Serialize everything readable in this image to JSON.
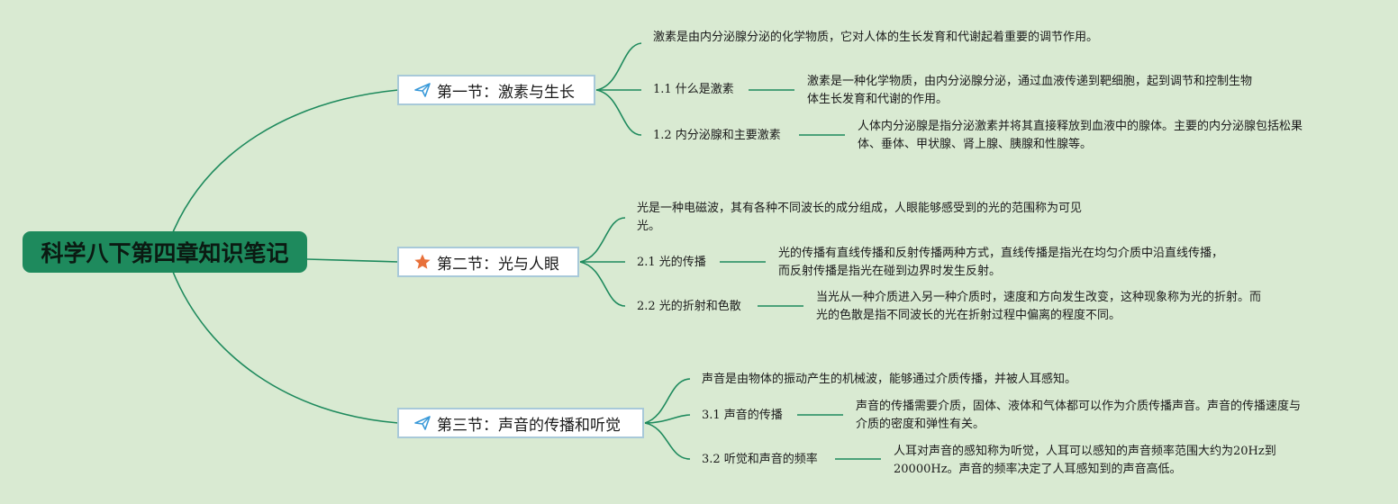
{
  "root": {
    "title": "科学八下第四章知识笔记"
  },
  "sections": [
    {
      "title": "第一节：激素与生长",
      "icon": "paper-plane-icon",
      "intro": "激素是由内分泌腺分泌的化学物质，它对人体的生长发育和代谢起着重要的调节作用。",
      "topics": [
        {
          "label": "1.1 什么是激素",
          "text": "激素是一种化学物质，由内分泌腺分泌，通过血液传递到靶细胞，起到调节和控制生物体生长发育和代谢的作用。"
        },
        {
          "label": "1.2 内分泌腺和主要激素",
          "text": "人体内分泌腺是指分泌激素并将其直接释放到血液中的腺体。主要的内分泌腺包括松果体、垂体、甲状腺、肾上腺、胰腺和性腺等。"
        }
      ]
    },
    {
      "title": "第二节：光与人眼",
      "icon": "star-icon",
      "intro": "光是一种电磁波，其有各种不同波长的成分组成，人眼能够感受到的光的范围称为可见光。",
      "topics": [
        {
          "label": "2.1 光的传播",
          "text": "光的传播有直线传播和反射传播两种方式，直线传播是指光在均匀介质中沿直线传播，而反射传播是指光在碰到边界时发生反射。"
        },
        {
          "label": "2.2 光的折射和色散",
          "text": "当光从一种介质进入另一种介质时，速度和方向发生改变，这种现象称为光的折射。而光的色散是指不同波长的光在折射过程中偏离的程度不同。"
        }
      ]
    },
    {
      "title": "第三节：声音的传播和听觉",
      "icon": "paper-plane-icon",
      "intro": "声音是由物体的振动产生的机械波，能够通过介质传播，并被人耳感知。",
      "topics": [
        {
          "label": "3.1 声音的传播",
          "text": "声音的传播需要介质，固体、液体和气体都可以作为介质传播声音。声音的传播速度与介质的密度和弹性有关。"
        },
        {
          "label": "3.2 听觉和声音的频率",
          "text": "人耳对声音的感知称为听觉，人耳可以感知的声音频率范围大约为20Hz到20000Hz。声音的频率决定了人耳感知到的声音高低。"
        }
      ]
    }
  ],
  "colors": {
    "background": "#d9ead2",
    "root": "#1e8a5d",
    "line": "#1e8a5d",
    "node_border": "#a8c9d9",
    "plane": "#3a9ad9",
    "star": "#e8703a"
  }
}
